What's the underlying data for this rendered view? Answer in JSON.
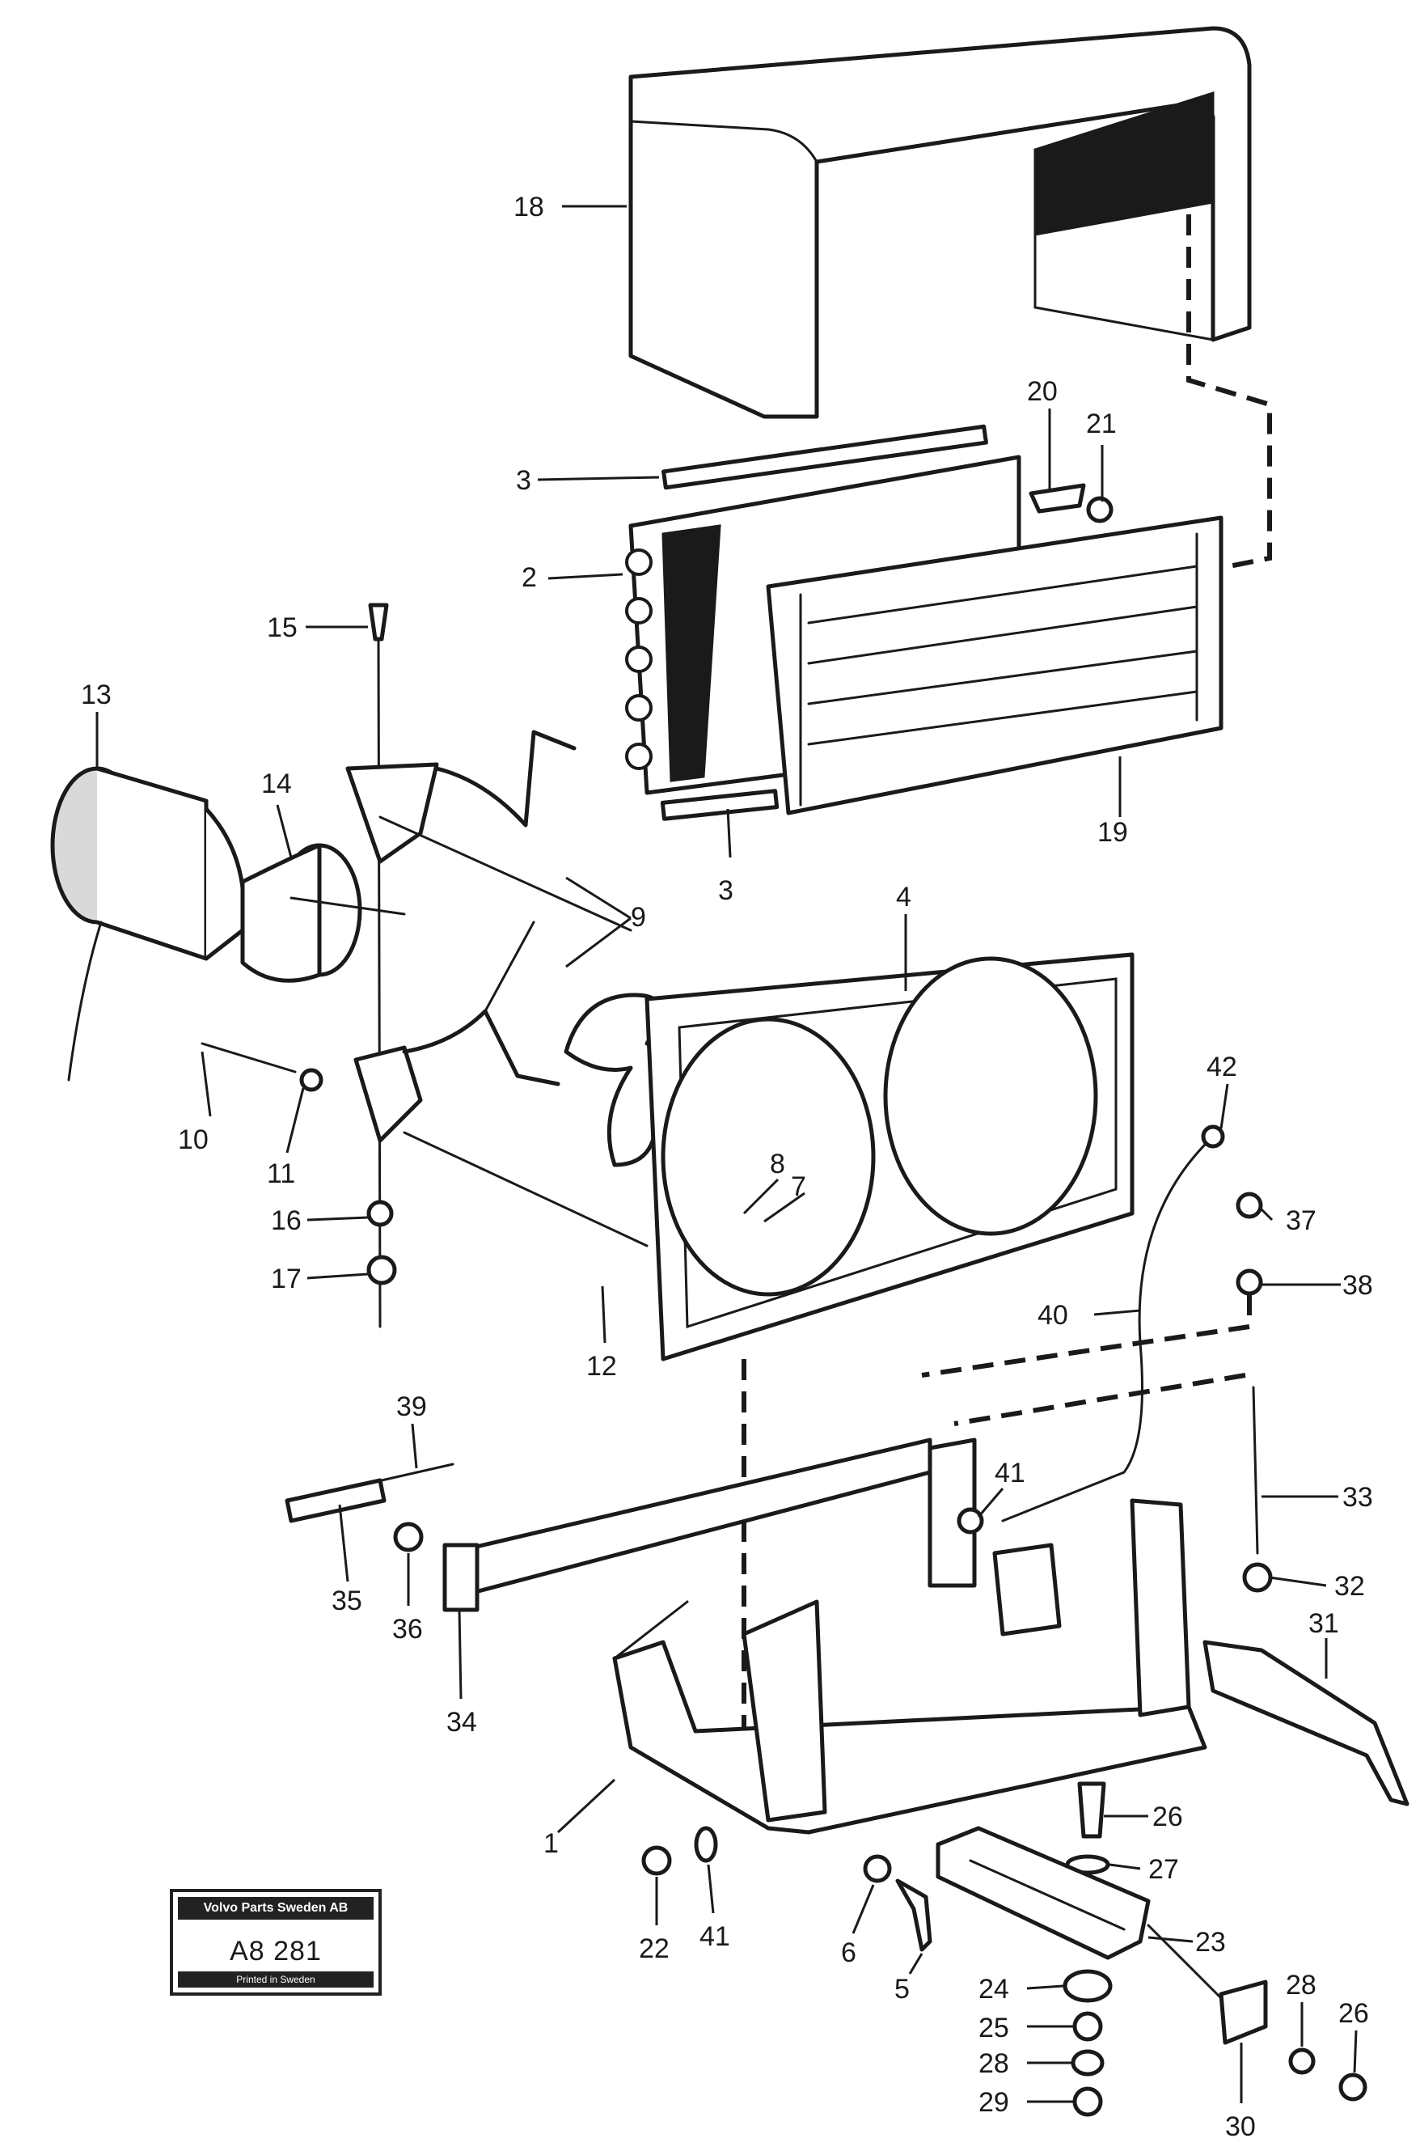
{
  "callouts": [
    {
      "id": "c18a",
      "text": "18"
    },
    {
      "id": "c3a",
      "text": "3"
    },
    {
      "id": "c20",
      "text": "20"
    },
    {
      "id": "c21",
      "text": "21"
    },
    {
      "id": "c2",
      "text": "2"
    },
    {
      "id": "c15",
      "text": "15"
    },
    {
      "id": "c13",
      "text": "13"
    },
    {
      "id": "c14",
      "text": "14"
    },
    {
      "id": "c19",
      "text": "19"
    },
    {
      "id": "c3b",
      "text": "3"
    },
    {
      "id": "c9",
      "text": "9"
    },
    {
      "id": "c4",
      "text": "4"
    },
    {
      "id": "c10",
      "text": "10"
    },
    {
      "id": "c11",
      "text": "11"
    },
    {
      "id": "c8",
      "text": "8"
    },
    {
      "id": "c7",
      "text": "7"
    },
    {
      "id": "c42",
      "text": "42"
    },
    {
      "id": "c16",
      "text": "16"
    },
    {
      "id": "c37",
      "text": "37"
    },
    {
      "id": "c17",
      "text": "17"
    },
    {
      "id": "c38",
      "text": "38"
    },
    {
      "id": "c12",
      "text": "12"
    },
    {
      "id": "c40",
      "text": "40"
    },
    {
      "id": "c39",
      "text": "39"
    },
    {
      "id": "c41a",
      "text": "41"
    },
    {
      "id": "c33",
      "text": "33"
    },
    {
      "id": "c35",
      "text": "35"
    },
    {
      "id": "c36",
      "text": "36"
    },
    {
      "id": "c32",
      "text": "32"
    },
    {
      "id": "c34",
      "text": "34"
    },
    {
      "id": "c31",
      "text": "31"
    },
    {
      "id": "c1",
      "text": "1"
    },
    {
      "id": "c26a",
      "text": "26"
    },
    {
      "id": "c27",
      "text": "27"
    },
    {
      "id": "c22",
      "text": "22"
    },
    {
      "id": "c41b",
      "text": "41"
    },
    {
      "id": "c6",
      "text": "6"
    },
    {
      "id": "c5",
      "text": "5"
    },
    {
      "id": "c23",
      "text": "23"
    },
    {
      "id": "c28a",
      "text": "28"
    },
    {
      "id": "c26b",
      "text": "26"
    },
    {
      "id": "c24",
      "text": "24"
    },
    {
      "id": "c25",
      "text": "25"
    },
    {
      "id": "c28b",
      "text": "28"
    },
    {
      "id": "c29",
      "text": "29"
    },
    {
      "id": "c30",
      "text": "30"
    }
  ],
  "stamp": {
    "brand": "Volvo Parts Sweden AB",
    "code": "A8 281",
    "origin": "Printed in Sweden"
  }
}
